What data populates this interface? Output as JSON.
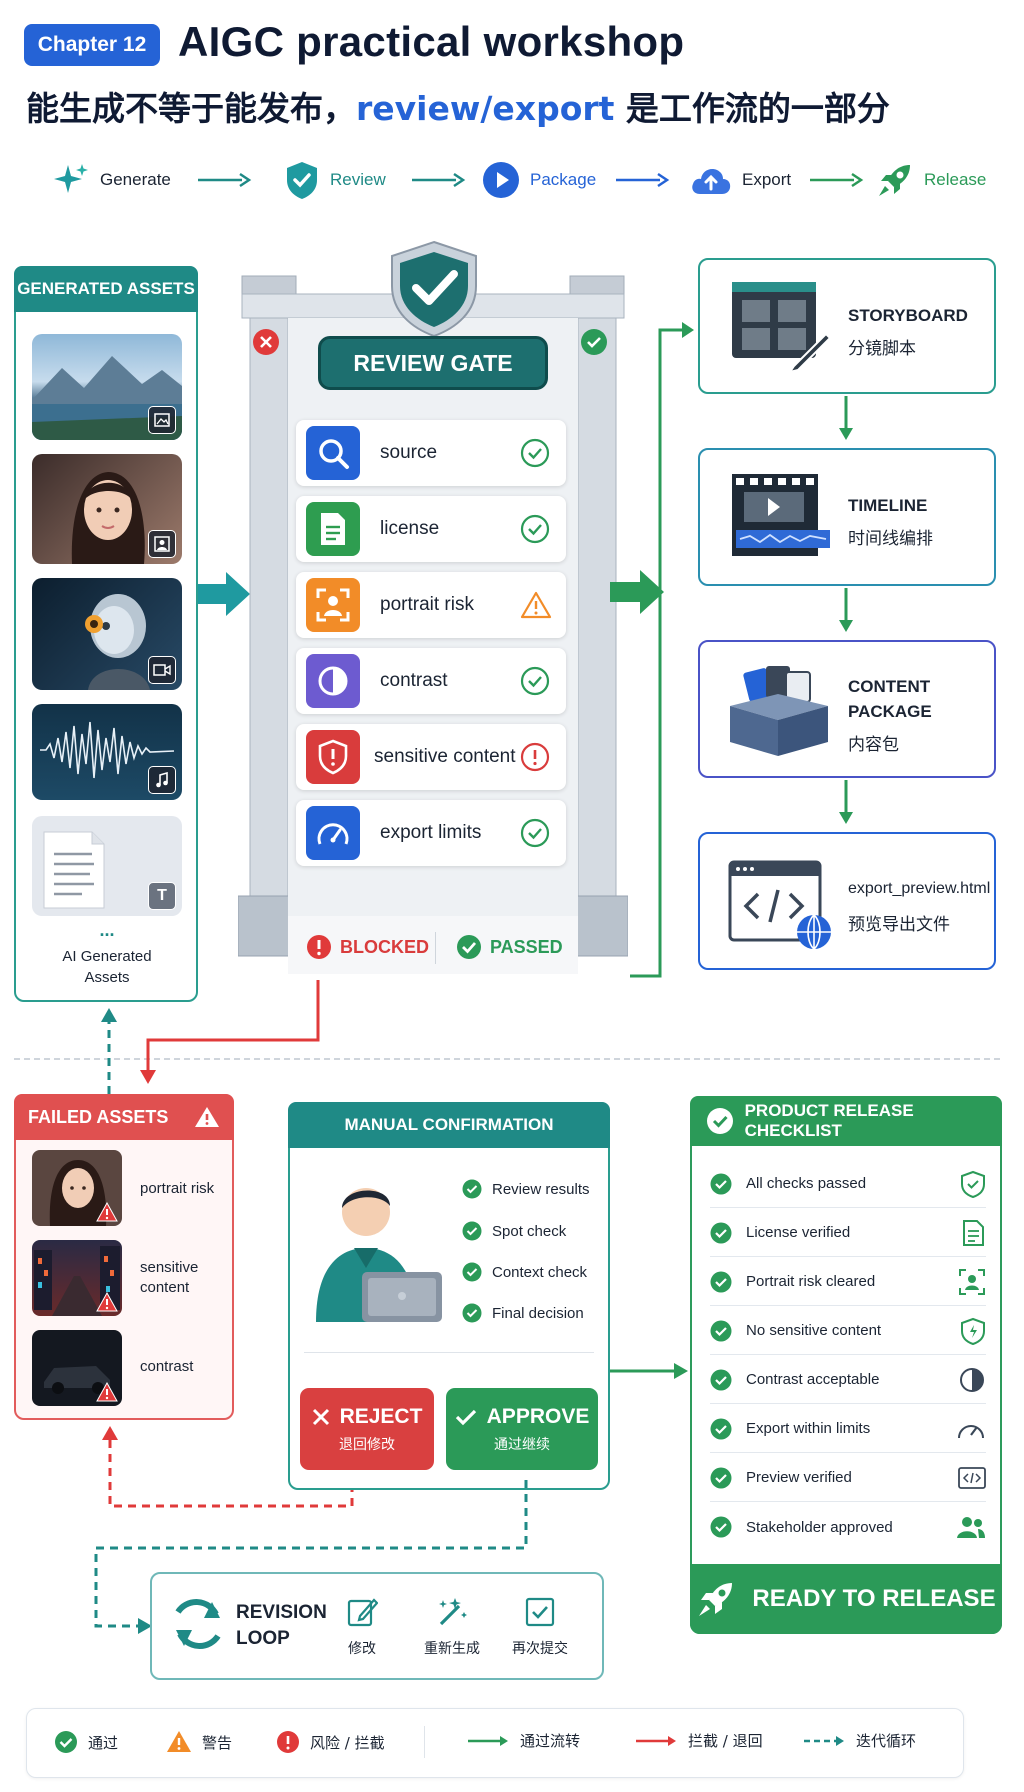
{
  "header": {
    "chapter": "Chapter 12",
    "title": "AIGC practical workshop",
    "subtitle_pre": "能生成不等于能发布，",
    "subtitle_hl": "review/export",
    "subtitle_post": " 是工作流的一部分"
  },
  "pipeline": [
    {
      "label": "Generate",
      "icon": "sparkle-icon"
    },
    {
      "label": "Review",
      "icon": "shield-check-icon"
    },
    {
      "label": "Package",
      "icon": "play-circle-icon"
    },
    {
      "label": "Export",
      "icon": "cloud-upload-icon"
    },
    {
      "label": "Release",
      "icon": "rocket-icon"
    }
  ],
  "generated": {
    "title": "GENERATED ASSETS",
    "more": "...",
    "caption_line1": "AI Generated",
    "caption_line2": "Assets",
    "thumbs": [
      "landscape-image",
      "portrait-image",
      "robot-video",
      "audio-waveform",
      "text-document"
    ]
  },
  "gate": {
    "title": "REVIEW GATE",
    "checks": [
      {
        "label": "source",
        "status": "pass",
        "icon": "search-icon",
        "color": "#2563d6"
      },
      {
        "label": "license",
        "status": "pass",
        "icon": "document-icon",
        "color": "#2e9d50"
      },
      {
        "label": "portrait risk",
        "status": "warn",
        "icon": "face-scan-icon",
        "color": "#f28c28"
      },
      {
        "label": "contrast",
        "status": "pass",
        "icon": "contrast-icon",
        "color": "#6d5bd0"
      },
      {
        "label": "sensitive content",
        "status": "risk",
        "icon": "shield-alert-icon",
        "color": "#d93c3c"
      },
      {
        "label": "export limits",
        "status": "pass",
        "icon": "gauge-icon",
        "color": "#2563d6"
      }
    ],
    "blocked": "BLOCKED",
    "passed": "PASSED"
  },
  "outputs": [
    {
      "title": "STORYBOARD",
      "title2": "",
      "sub": "分镜脚本"
    },
    {
      "title": "TIMELINE",
      "title2": "",
      "sub": "时间线编排"
    },
    {
      "title": "CONTENT",
      "title2": "PACKAGE",
      "sub": "内容包"
    },
    {
      "title": "export_preview.html",
      "title2": "",
      "sub": "预览导出文件"
    }
  ],
  "failed": {
    "title": "FAILED ASSETS",
    "items": [
      {
        "line1": "portrait risk",
        "line2": ""
      },
      {
        "line1": "sensitive",
        "line2": "content"
      },
      {
        "line1": "contrast",
        "line2": ""
      }
    ]
  },
  "manual": {
    "title": "MANUAL CONFIRMATION",
    "checks": [
      "Review results",
      "Spot check",
      "Context check",
      "Final decision"
    ],
    "reject": "REJECT",
    "reject_sub": "退回修改",
    "approve": "APPROVE",
    "approve_sub": "通过继续"
  },
  "checklist": {
    "title": "PRODUCT RELEASE CHECKLIST",
    "items": [
      {
        "label": "All checks passed",
        "icon": "shield-check-icon"
      },
      {
        "label": "License verified",
        "icon": "document-icon"
      },
      {
        "label": "Portrait risk cleared",
        "icon": "face-scan-icon"
      },
      {
        "label": "No sensitive content",
        "icon": "shield-check-icon"
      },
      {
        "label": "Contrast acceptable",
        "icon": "contrast-icon"
      },
      {
        "label": "Export within limits",
        "icon": "gauge-icon"
      },
      {
        "label": "Preview verified",
        "icon": "code-icon"
      },
      {
        "label": "Stakeholder approved",
        "icon": "users-icon"
      }
    ],
    "release": "READY TO RELEASE"
  },
  "revision": {
    "title1": "REVISION",
    "title2": "LOOP",
    "items": [
      {
        "label": "修改",
        "icon": "edit-icon"
      },
      {
        "label": "重新生成",
        "icon": "magic-wand-icon"
      },
      {
        "label": "再次提交",
        "icon": "checkbox-icon"
      }
    ]
  },
  "legend": {
    "pass": "通过",
    "warn": "警告",
    "risk": "风险 / 拦截",
    "flow": "通过流转",
    "block": "拦截 / 退回",
    "loop": "迭代循环"
  },
  "colors": {
    "accent_blue": "#2563d6",
    "teal": "#1f8a86",
    "green": "#2b9a58",
    "red": "#e05050",
    "orange": "#f28c28"
  }
}
